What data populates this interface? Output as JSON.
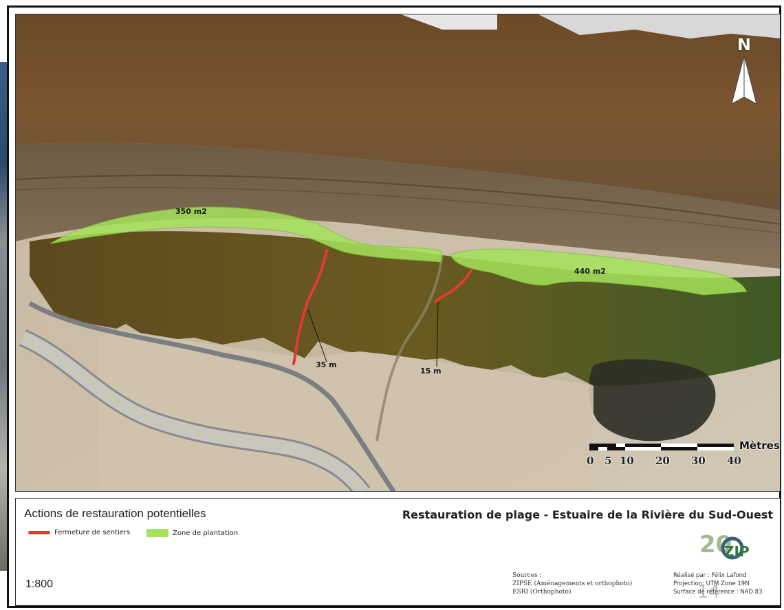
{
  "map": {
    "zones": [
      {
        "label": "350 m2"
      },
      {
        "label": "440 m2"
      }
    ],
    "trails": [
      {
        "label": "35 m"
      },
      {
        "label": "15 m"
      }
    ],
    "north_label": "N",
    "scale_bar": {
      "unit": "Mètres",
      "ticks": [
        "0",
        "5",
        "10",
        "20",
        "30",
        "40"
      ]
    }
  },
  "legend": {
    "title": "Actions de restauration potentielles",
    "items": [
      {
        "label": "Fermeture de sentiers",
        "color": "#e23b2f"
      },
      {
        "label": "Zone de plantation",
        "color": "#a5e35a"
      }
    ],
    "map_title": "Restauration de plage - Estuaire de la Rivière du Sud-Ouest",
    "scale_text": "1:800",
    "sources": [
      "Sources :",
      "ZIPSE (Aménagements et orthophoto)",
      "ESRI (Orthophoto)"
    ],
    "credits": [
      "Réalisé par : Félix Lafond",
      "Projection: UTM Zone 19N",
      "Surface de référence : NAD 83"
    ],
    "logo": {
      "number": "20",
      "text": "ZIP"
    }
  },
  "page_number": "14"
}
